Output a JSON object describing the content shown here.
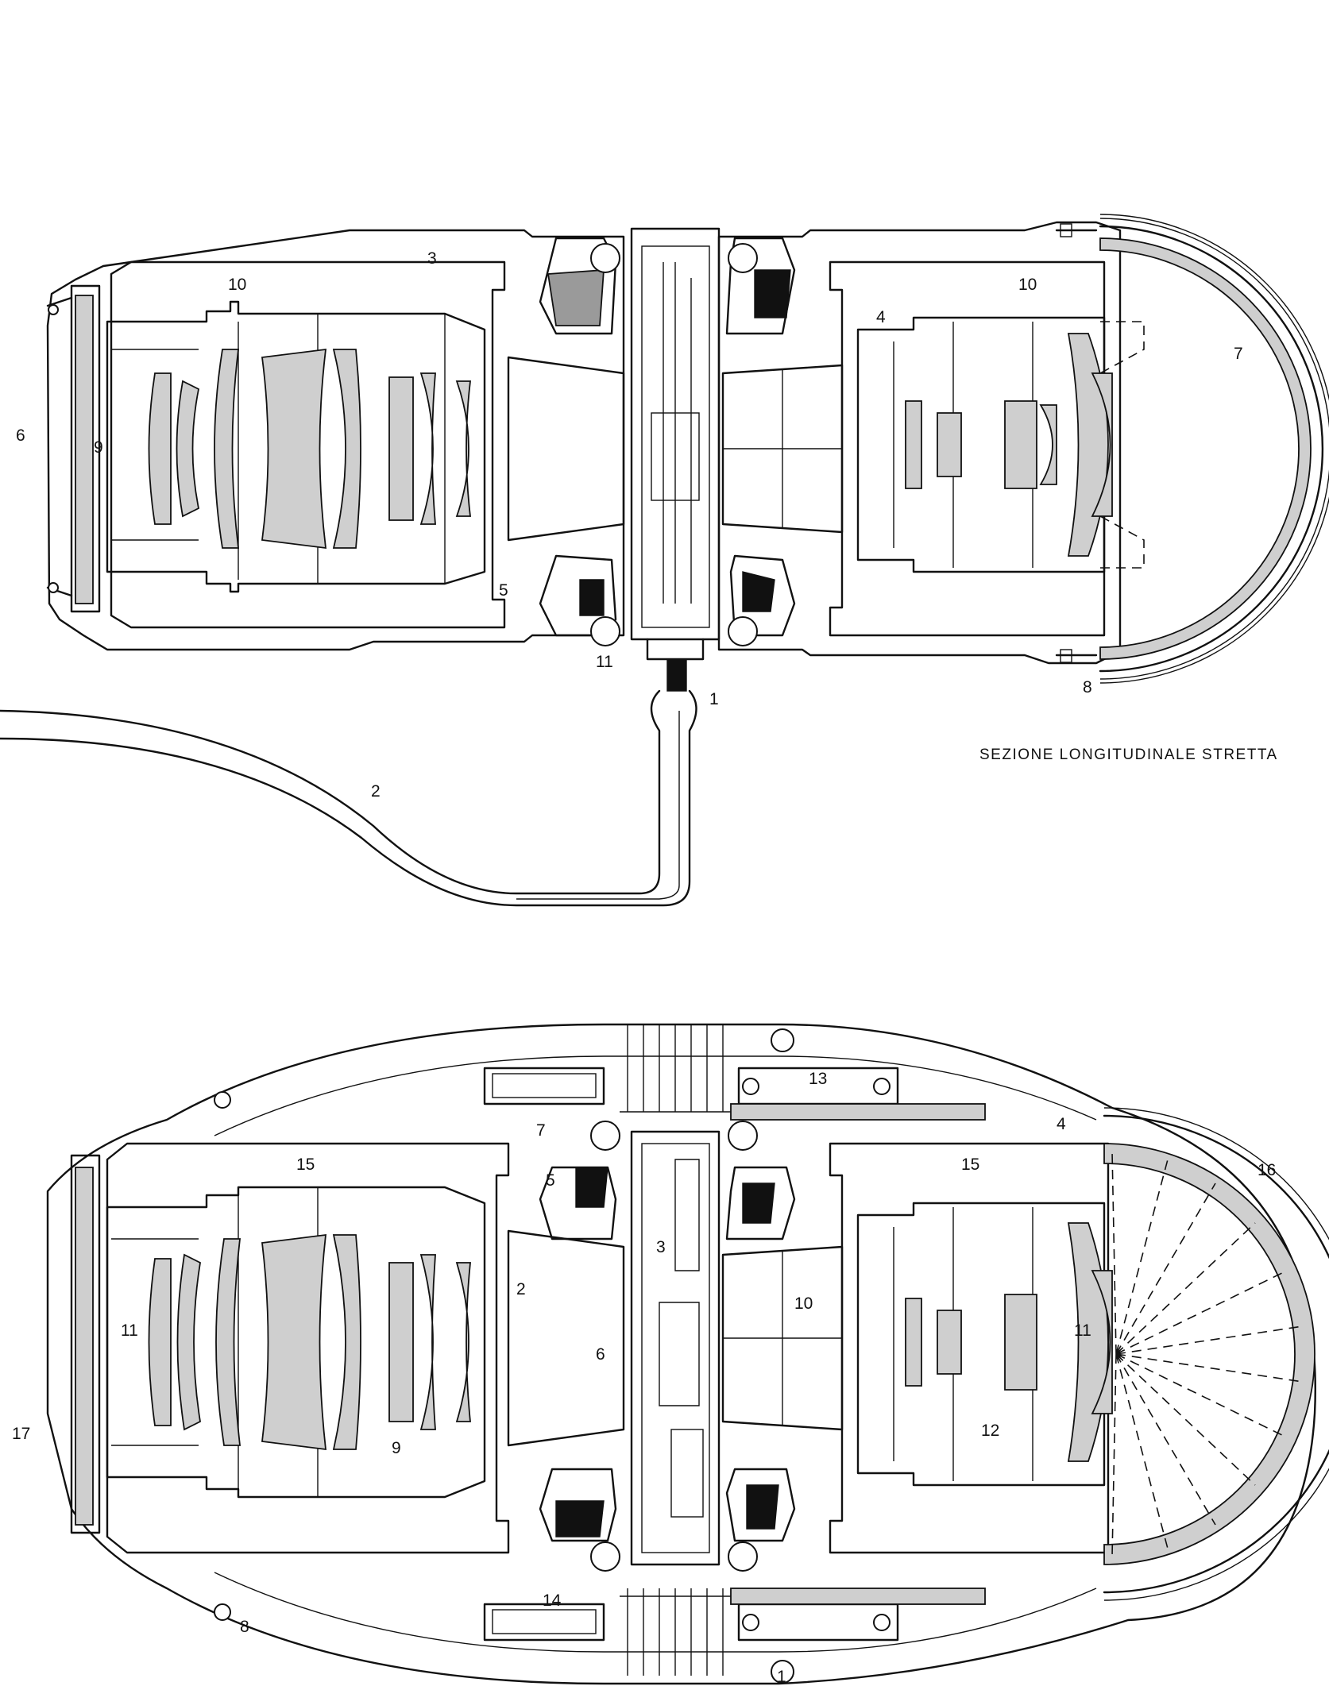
{
  "caption": "SEZIONE LONGITUDINALE STRETTA",
  "top_section": {
    "callouts": [
      "1",
      "2",
      "3",
      "4",
      "5",
      "6",
      "7",
      "8",
      "9",
      "10",
      "10",
      "11"
    ]
  },
  "bottom_section": {
    "callouts": [
      "1",
      "2",
      "3",
      "4",
      "5",
      "6",
      "7",
      "8",
      "9",
      "10",
      "11",
      "11",
      "12",
      "13",
      "14",
      "15",
      "15",
      "16",
      "17"
    ]
  },
  "colors": {
    "line": "#111111",
    "glass": "#cfcfcf",
    "background": "#ffffff"
  }
}
